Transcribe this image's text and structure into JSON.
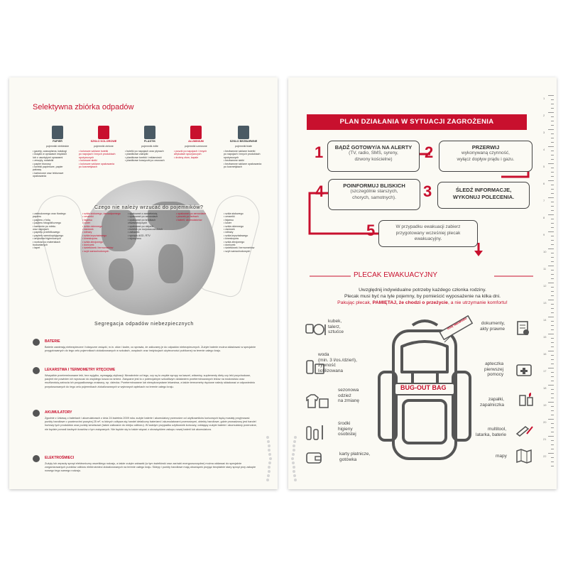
{
  "left_page": {
    "title": "Selektywna zbiórka odpadów",
    "bins": [
      {
        "name": "PAPIER",
        "sub": "pojemniki niebieskie",
        "color": "#4a5a64"
      },
      {
        "name": "SZKŁO KOLOROWE",
        "sub": "pojemniki zielone",
        "color": "#c8102e"
      },
      {
        "name": "PLASTIK",
        "sub": "pojemniki żółte",
        "color": "#4a5a64"
      },
      {
        "name": "ALUMINIUM",
        "sub": "pojemniki czerwone",
        "color": "#c8102e"
      },
      {
        "name": "SZKŁO BEZBARWNE",
        "sub": "pojemniki białe",
        "color": "#4a5a64"
      }
    ],
    "bin_columns": [
      [
        "• gazety, czasopisma, katalogi",
        "• książki w oprawach miękkich",
        "  lub z usuniętymi oprawami",
        "• zeszyty, notatniki",
        "• papier biurowy",
        "• torebki papierowe, papier",
        "  pakowy",
        "• kartonowe oraz tekturowe",
        "  opakowania"
      ],
      [
        "• kolorowe szklane butelki",
        "  po napojach i innych produktach",
        "  spożywczych",
        "• kolorowe słoiki",
        "• kolorowe szklane opakowania",
        "  po kosmetykach"
      ],
      [
        "• butelki po napojach oraz płynach",
        "• plastikowe zakrętki",
        "• plastikowe torebki i reklamówki",
        "• plastikowe koszyczki po owocach"
      ],
      [
        "• puszki po napojach i innych",
        "  artykułach spożywczych",
        "• drobny złom, kapsle"
      ],
      [
        "• bezbarwne szklane butelki",
        "  po napojach i innych produktach",
        "  spożywczych",
        "• bezbarwne słoiki",
        "• bezbarwne szklane opakowania",
        "  po kosmetykach"
      ]
    ],
    "question": "Czego nie należy wrzucać do pojemników?",
    "not_columns": [
      [
        "• zabrudzonego oraz tłustego",
        "  papieru",
        "• papieru z folią",
        "• papieru fotograficznego",
        "• kartonów po mleku",
        "  oraz napojach",
        "• papieru przebitkowego",
        "• papieru samokopiującego",
        "• artykułów higienicznych",
        "• worków po materiałach",
        "  budowlanych",
        "• tapet"
      ],
      [
        "• szkła stołowego, żaroodpornego",
        "• ceramiki",
        "• fajansu",
        "• luster",
        "• szkła okiennego",
        "• żarówek",
        "• witraży",
        "• szkła kryształowego",
        "• kineskopów",
        "• szkła zbrojonego",
        "• doniczek",
        "• świetlówek i termometrów",
        "• szyb samochodowych"
      ],
      [
        "• opakowań z zawartością",
        "• opakowań po aerozolach",
        "• opakowań po środkach",
        "  chwastobójczych",
        "• opakowań po olejach",
        "• butelek po rozpuszczalnikach",
        "• zabawek",
        "• sprzętu AGD, RTV",
        "• styropianu"
      ],
      [
        "• opakowań po aerozolach",
        "• puszek po farbach",
        "• baterii, akumulatorów"
      ],
      [
        "• szkła stołowego",
        "• ceramiki",
        "• fajansu",
        "• luster",
        "• szkła okiennego",
        "• żarówek",
        "• witraży",
        "• szkła kryształowego",
        "• kineskopów",
        "• szkła zbrojonego",
        "• doniczek",
        "• świetlówek i termometrów",
        "• szyb samochodowych"
      ]
    ],
    "hazard_title": "Segregacja odpadów niebezpiecznych",
    "sections": [
      {
        "title": "BATERIE",
        "body": "Baterie zawierają niebezpieczne i toksyczne związki, m.in. ołów i kadm, co sprawia, że zaliczamy je do odpadów niebezpiecznych. Zużyte baterie można składować w specjalnie przygotowanych do tego celu pojemnikach zlokalizowanych w szkołach, urzędach oraz instytucjach użyteczności publicznej na terenie całego kraju."
      },
      {
        "title": "LEKARSTWA I TERMOMETRY RTĘCIOWE",
        "body": "Wszystkie przeterminowane leki, bez wyjątku, wymagają utylizacji. Niezależnie od tego, czy są to zwykłe syropy na kaszel, witaminy, suplementy diety czy leki przychodowe, pacjent nie powinien ich wyrzucać do zwykłego kosza na śmieci. Związane jest to z potencjalnym szkodliwym działaniem przeterminowanych leków na środowisko oraz możliwością zatrucia ich przypadkowego znalazcy, np. dziecka. Przeterminowane lub niewykorzystane lekarstwa, a także termometry rtęciowe należy składować w odpowiednio przystosowanych do tego celu pojemnikach zlokalizowanych w wybranych aptekach na terenie całego kraju."
      },
      {
        "title": "AKUMULATORY",
        "body": "Zgodnie z Ustawą o bateriach i akumulatorach z dnia 24 kwietnia 2009 roku zużyte baterie i akumulatory przenośne od użytkowników końcowych będą musiały przyjmować punkty handlowe o powierzchni powyżej 25 m², w których odbywa się handel detaliczny bateriami i akumulatorami przenośnymi, obiekty handlowe, gdzie prowadzony jest handel hurtowy tych produktów oraz punkty serwisowe (także zaliczane do miejsc odbioru). W każdym przypadku użytkownik końcowy, oddający zużyte baterie i akumulatory przenośne, nie będzie ponosił żadnych kosztów z tym związanych. Nie będzie się to także wiązać z obowiązkiem zakupu nowej baterii lub akumulatora."
      },
      {
        "title": "ELEKTROŚMIECI",
        "body": "Zużyty lub zepsuty sprzęt elektroniczny wszelkiego rodzaju, a także zużyte zabawki (w tym świetlówki oraz zarówki energooszczędne) można oddawać do specjalnie zorganizowanych punktów odbioru elektrośmieci zlokalizowanych na terenie całego kraju. Sklepy i punkty handlowe mają obowiązek przyjąć bezpłatnie stary sprzęt przy zakupie nowego tego samego rodzaju."
      }
    ]
  },
  "right_page": {
    "title": "PLAN DZIAŁANIA W SYTUACJI ZAGROŻENIA",
    "steps": [
      {
        "n": "1",
        "head": "BĄDŹ GOTOWY/A NA ALERTY",
        "desc": [
          "(TV, radio, SMS, syreny,",
          "dzwony kościelne)"
        ]
      },
      {
        "n": "2",
        "head": "PRZERWIJ",
        "desc": [
          "wykonywaną czynność,",
          "wyłącz dopływ prądu i gazu."
        ]
      },
      {
        "n": "3",
        "head": "ŚLEDŹ INFORMACJE,",
        "desc": [
          "WYKONUJ POLECENIA."
        ]
      },
      {
        "n": "4",
        "head": "POINFORMUJ BLISKICH",
        "desc": [
          "(szczególnie starszych,",
          "chorych, samotnych)."
        ]
      },
      {
        "n": "5",
        "head": "",
        "desc": [
          "W przypadku ewakuacji zabierz",
          "przygotowany wcześniej plecak",
          "ewakuacyjny."
        ]
      }
    ],
    "bag_title": "PLECAK EWAKUACYJNY",
    "intro": [
      "Uwzględnij indywidualne potrzeby każdego członka rodziny.",
      "Plecak musi być na tyle pojemny, by pomieścić wyposażenie na kilka dni."
    ],
    "intro3a": "Pakując plecak, ",
    "intro3b": "PAMIĘTAJ, że chodzi o przeżycie",
    "intro3c": ", a nie utrzymanie komfortu!",
    "tag": "Imię Nazwisko",
    "bag_label": "BUG-OUT BAG",
    "left_items": [
      [
        "kubek,",
        "talerz,",
        "sztućce"
      ],
      [
        "woda",
        "(min. 3 l/os./dzień),",
        "żywność",
        "liofilizowana"
      ],
      [
        "sezonowa",
        "odzież",
        "na zmianę"
      ],
      [
        "środki",
        "higieny",
        "osobistej"
      ],
      [
        "karty płatnicze,",
        "gotówka"
      ]
    ],
    "right_items": [
      [
        "dokumenty,",
        "akty prawne"
      ],
      [
        "apteczka",
        "pierwszej",
        "pomocy"
      ],
      [
        "zapałki,",
        "zapalniczka"
      ],
      [
        "multitool,",
        "latarka, baterie"
      ],
      [
        "mapy"
      ]
    ],
    "ruler": [
      "1",
      "2",
      "3",
      "4",
      "5",
      "6",
      "7",
      "8",
      "9",
      "10",
      "11",
      "12",
      "13",
      "14",
      "15",
      "16",
      "17",
      "18",
      "19",
      "20",
      "21",
      "22"
    ],
    "colors": {
      "accent": "#c8102e",
      "ink": "#444444"
    }
  }
}
